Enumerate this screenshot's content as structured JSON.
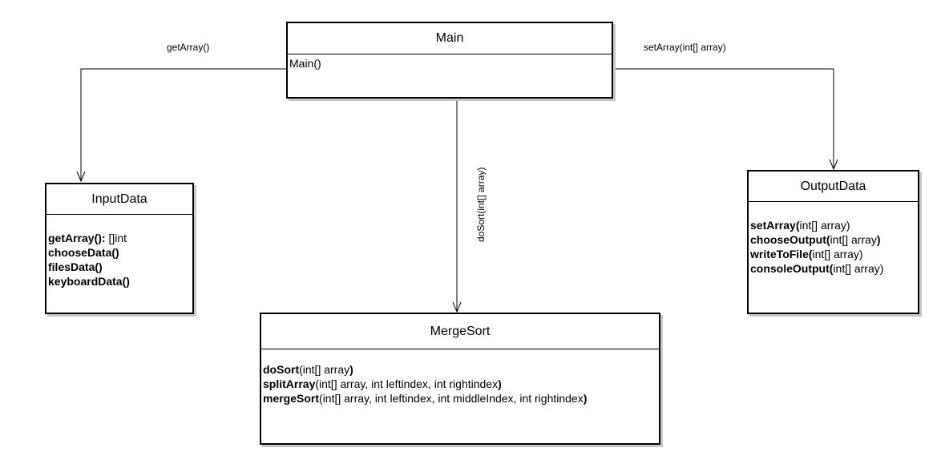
{
  "classes": {
    "main": {
      "name": "Main",
      "ops": [
        {
          "name": "Main()",
          "rest": ""
        }
      ]
    },
    "input": {
      "name": "InputData",
      "ops": [
        {
          "name": "getArray(): ",
          "rest": "[]int"
        },
        {
          "name": "chooseData()",
          "rest": ""
        },
        {
          "name": "filesData()",
          "rest": ""
        },
        {
          "name": "keyboardData()",
          "rest": ""
        }
      ]
    },
    "merge": {
      "name": "MergeSort",
      "ops": [
        {
          "name": "doSort",
          "rest": "(int[] array",
          "close": ")"
        },
        {
          "name": "splitArray",
          "rest": "(int[] array, int leftindex, int rightindex",
          "close": ")"
        },
        {
          "name": "mergeSort",
          "rest": "(int[] array, int leftindex, int middleIndex, int rightindex",
          "close": ")"
        }
      ]
    },
    "output": {
      "name": "OutputData",
      "ops": [
        {
          "name": "setArray(",
          "rest": "int[] array)"
        },
        {
          "name": "chooseOutput(",
          "rest": "int[] array",
          "close": ")"
        },
        {
          "name": "writeToFile(",
          "rest": "int[] array)"
        },
        {
          "name": "consoleOutput(",
          "rest": "int[] array)"
        }
      ]
    }
  },
  "edges": {
    "to_input": "getArray()",
    "to_output": "setArray(int[] array)",
    "to_merge": "doSort(int[] array)"
  },
  "colors": {
    "line": "#000000",
    "shadow": "#c8c8c8",
    "background": "#ffffff"
  }
}
